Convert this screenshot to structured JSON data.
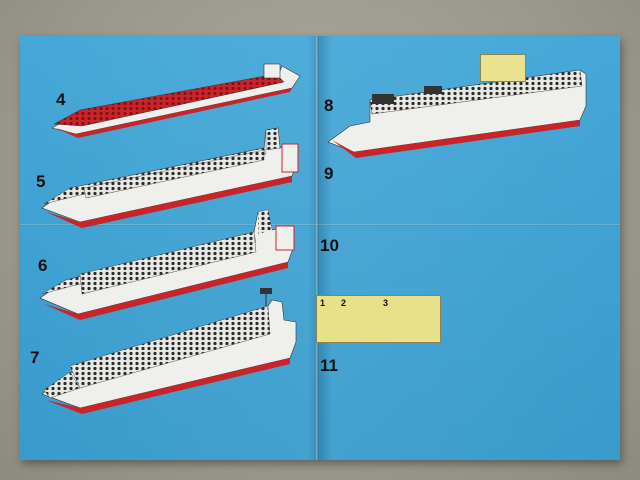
{
  "steps": {
    "s4": "4",
    "s5": "5",
    "s6": "6",
    "s7": "7",
    "s8": "8",
    "s9": "9",
    "s10": "10",
    "s11": "11"
  },
  "inset": {
    "n1": "1",
    "n2": "2",
    "n3": "3"
  },
  "colors": {
    "sheet_blue": "#3ba3d6",
    "hull_white": "#efefec",
    "stripe_red": "#c8242a",
    "roof_green": "#3aa35a",
    "inset_yellow": "#e9e08a"
  }
}
